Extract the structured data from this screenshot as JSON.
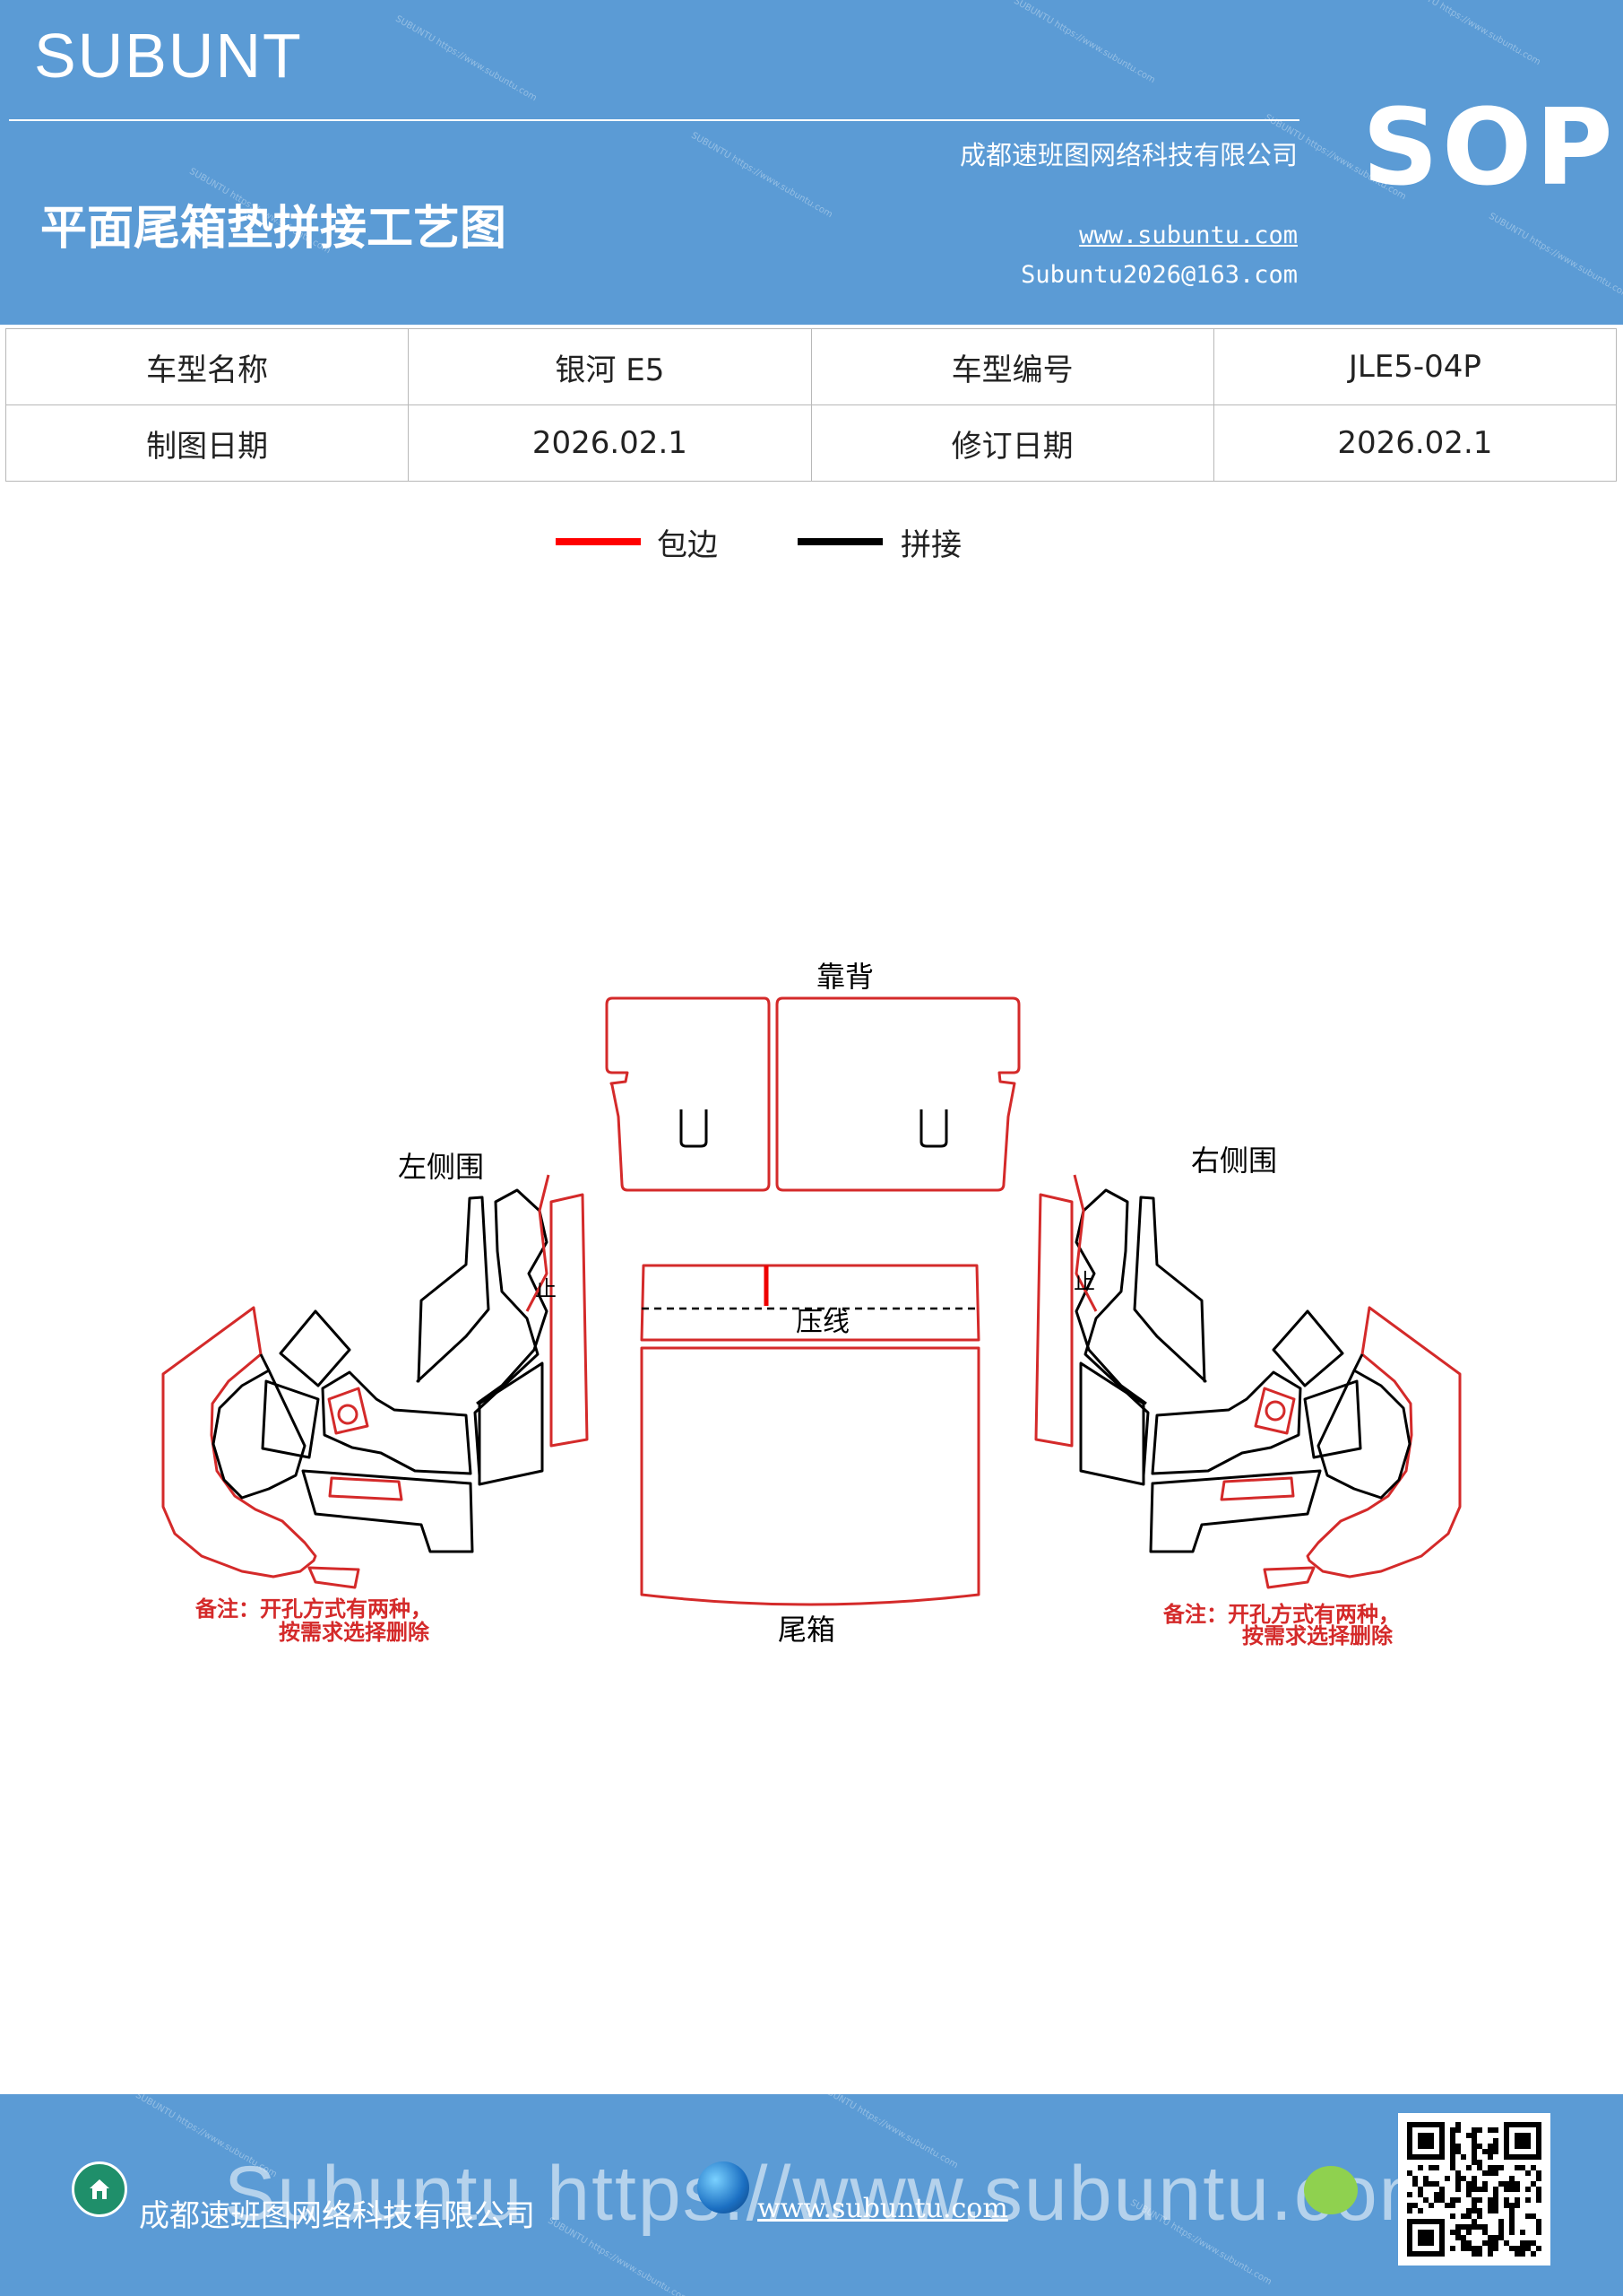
{
  "header": {
    "brand": "SUBUNT",
    "company": "成都速班图网络科技有限公司",
    "badge": "SOP",
    "title": "平面尾箱垫拼接工艺图",
    "website": "www.subuntu.com",
    "email": "Subuntu2026@163.com",
    "watermark": "SUBUNTU https://www.subuntu.com"
  },
  "info": {
    "model_name_label": "车型名称",
    "model_name": "银河 E5",
    "model_code_label": "车型编号",
    "model_code": "JLE5-04P",
    "draw_date_label": "制图日期",
    "draw_date": "2026.02.1",
    "revise_date_label": "修订日期",
    "revise_date": "2026.02.1"
  },
  "legend": {
    "edge_label": "包边",
    "edge_color": "#ff0000",
    "splice_label": "拼接",
    "splice_color": "#000000"
  },
  "diagram": {
    "backrest": "靠背",
    "left_side": "左侧围",
    "right_side": "右侧围",
    "press_line": "压线",
    "trunk": "尾箱",
    "stop_left": "止",
    "stop_right": "止",
    "note_line1": "备注：开孔方式有两种，",
    "note_line2": "按需求选择删除",
    "outline_color": "#d42a2a",
    "seam_color": "#000000"
  },
  "footer": {
    "company": "成都速班图网络科技有限公司",
    "url": "www.subuntu.com",
    "watermark": "Subuntu  https://www.subuntu.com",
    "icons": [
      "home-icon",
      "globe-icon",
      "wechat-icon",
      "qr-code"
    ]
  }
}
